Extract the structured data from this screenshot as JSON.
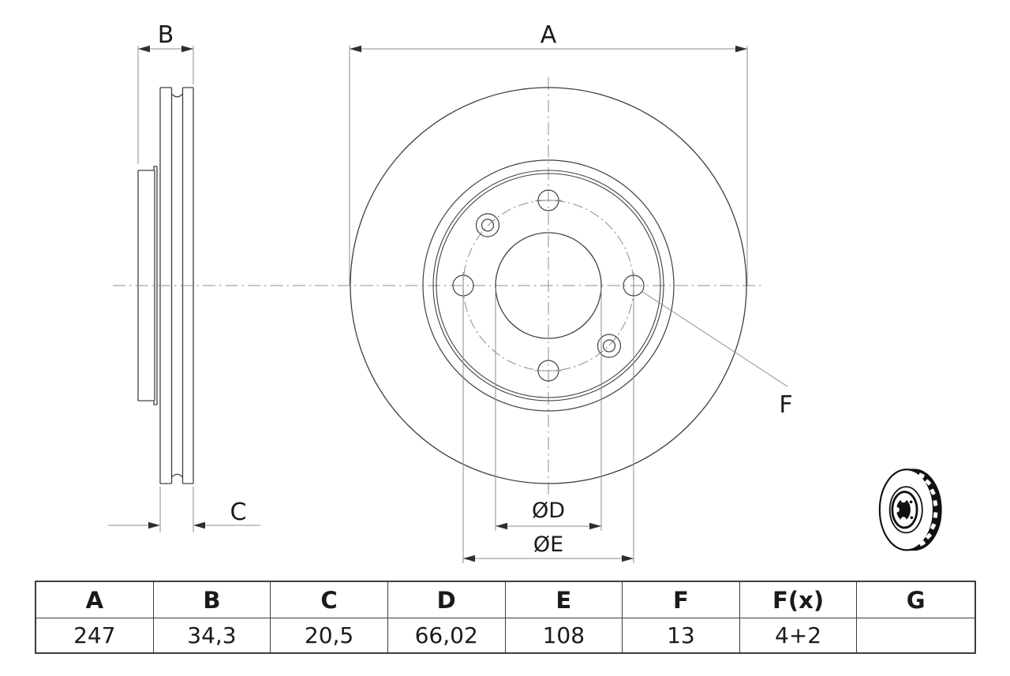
{
  "drawing": {
    "type": "brake-disc-technical-drawing",
    "labels": {
      "outer_diameter": "A",
      "total_height": "B",
      "disc_thickness": "C",
      "hole_diameter": "F",
      "center_bore": "ØD",
      "pitch_circle": "ØE"
    }
  },
  "table": {
    "headers": [
      "A",
      "B",
      "C",
      "D",
      "E",
      "F",
      "F(x)",
      "G"
    ],
    "values": [
      "247",
      "34,3",
      "20,5",
      "66,02",
      "108",
      "13",
      "4+2",
      ""
    ]
  },
  "colors": {
    "background": "#ffffff",
    "part_line": "#404040",
    "dimension_line": "#8c8c8c",
    "arrow": "#2e2e2e",
    "text": "#1a1a1a",
    "pictogram": "#111111"
  }
}
